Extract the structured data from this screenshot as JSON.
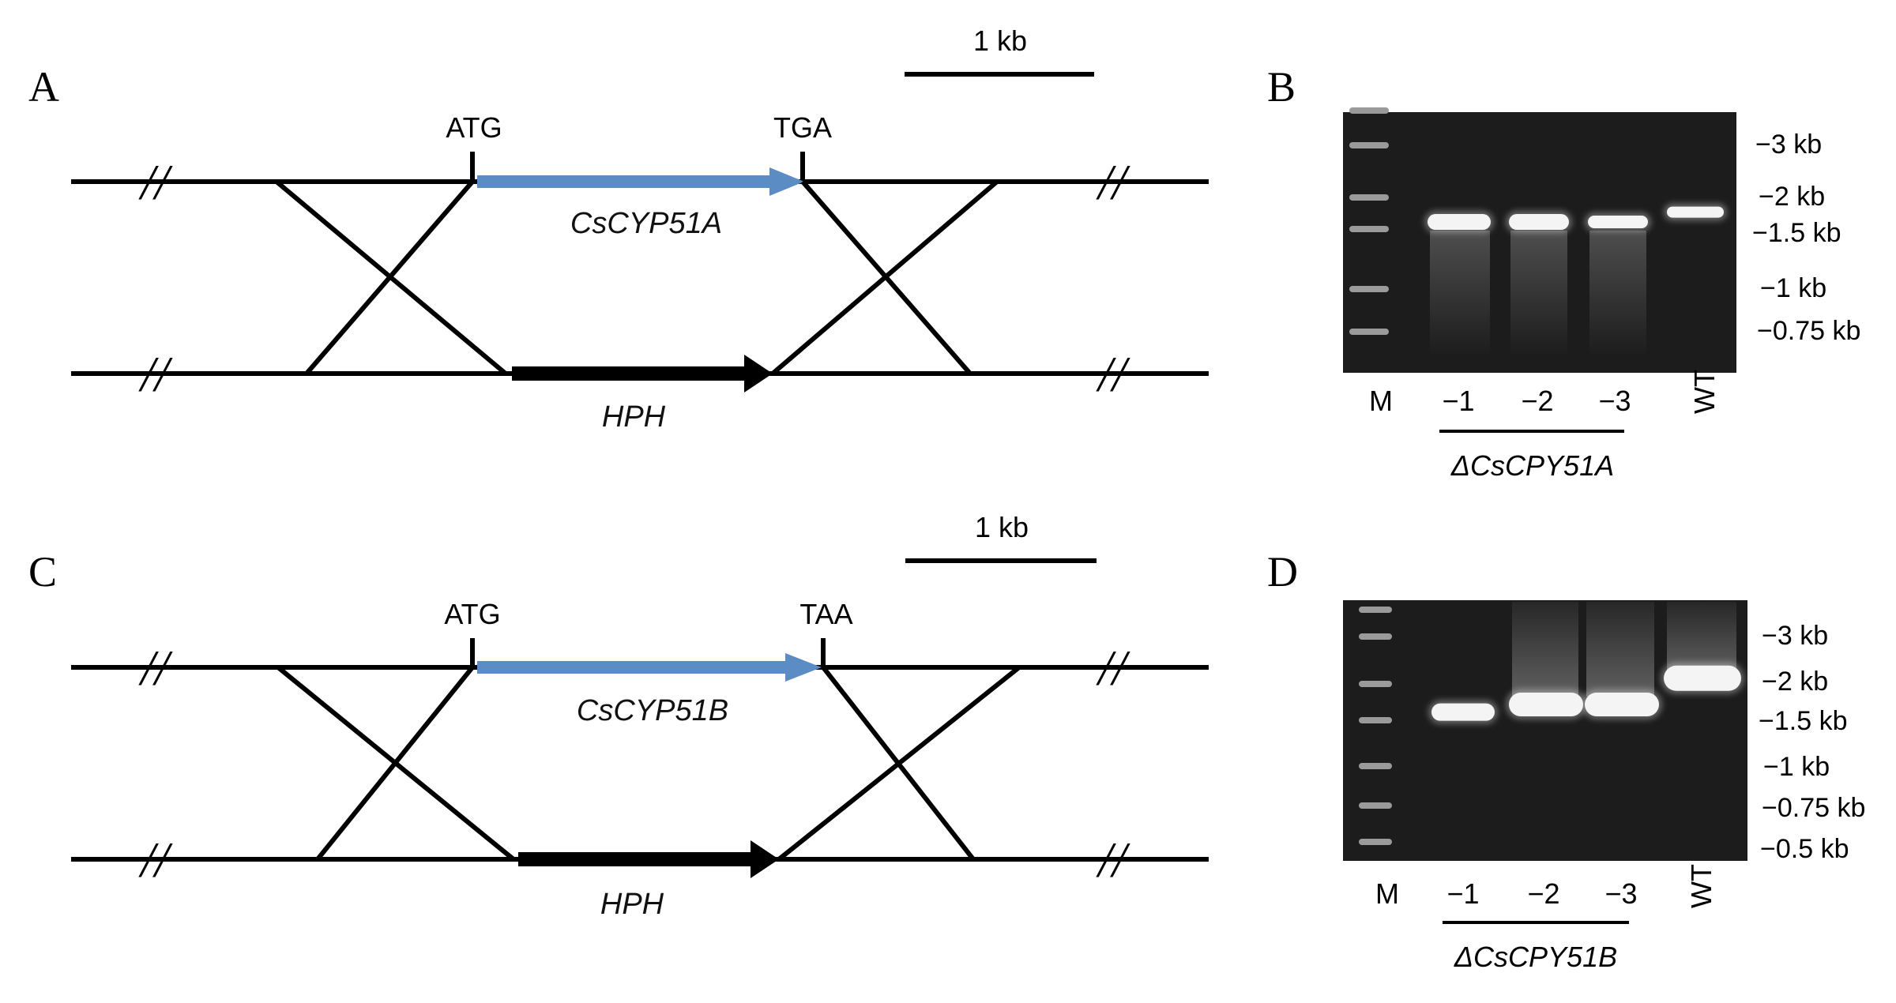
{
  "colors": {
    "gene": "#5b8cc4",
    "line": "#000000",
    "gel_bg": "#1c1c1c",
    "band": "#f4f4f4",
    "ladder": "#9a9a9a"
  },
  "panel_a": {
    "letter": "A",
    "scale": "1 kb",
    "start_codon": "ATG",
    "stop_codon": "TGA",
    "gene": "CsCYP51A",
    "marker": "HPH",
    "break_mark": "//"
  },
  "panel_c": {
    "letter": "C",
    "scale": "1 kb",
    "start_codon": "ATG",
    "stop_codon": "TAA",
    "gene": "CsCYP51B",
    "marker": "HPH",
    "break_mark": "//"
  },
  "panel_b": {
    "letter": "B",
    "lanes": [
      "M",
      "−1",
      "−2",
      "−3",
      "WT"
    ],
    "group_label": "ΔCsCPY51A",
    "sizes": [
      "−3 kb",
      "−2 kb",
      "−1.5 kb",
      "−1 kb",
      "−0.75 kb"
    ],
    "band_kb": [
      1.6,
      1.6,
      1.6,
      1.75
    ]
  },
  "panel_d": {
    "letter": "D",
    "lanes": [
      "M",
      "−1",
      "−2",
      "−3",
      "WT"
    ],
    "group_label": "ΔCsCPY51B",
    "sizes": [
      "−3 kb",
      "−2 kb",
      "−1.5 kb",
      "−1 kb",
      "−0.75 kb",
      "−0.5 kb"
    ],
    "band_kb": [
      1.6,
      1.7,
      1.7,
      2.1
    ]
  }
}
